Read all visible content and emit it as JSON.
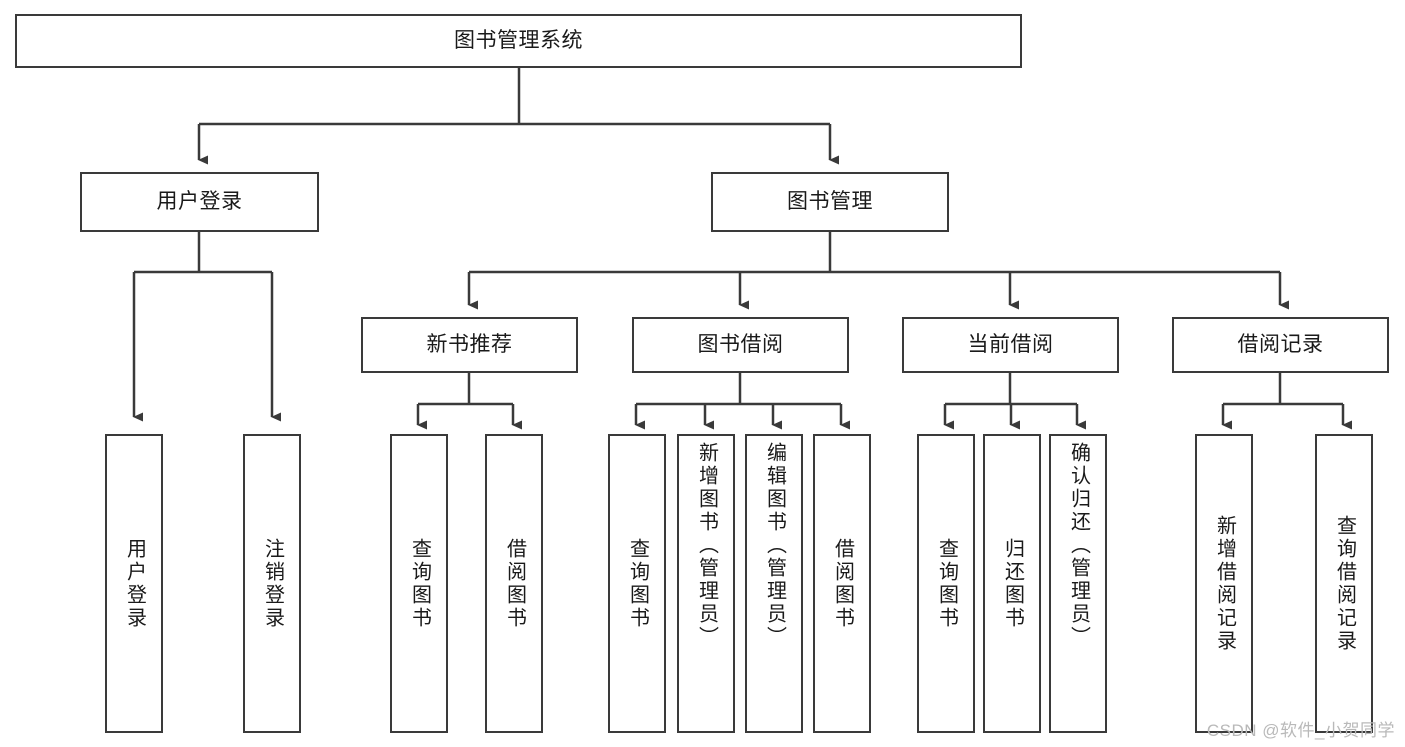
{
  "diagram": {
    "type": "hierarchy-tree",
    "title": "图书管理系统",
    "watermark": "CSDN @软件_小贺同学",
    "colors": {
      "stroke": "#3a3a3a",
      "background": "#ffffff",
      "text": "#1a1a1a",
      "watermark": "#b9b9b9"
    },
    "root": {
      "label": "图书管理系统"
    },
    "level2": [
      {
        "label": "用户登录"
      },
      {
        "label": "图书管理"
      }
    ],
    "level3": [
      {
        "label": "新书推荐"
      },
      {
        "label": "图书借阅"
      },
      {
        "label": "当前借阅"
      },
      {
        "label": "借阅记录"
      }
    ],
    "leaves": {
      "user_login": [
        {
          "label": "用户登录"
        },
        {
          "label": "注销登录"
        }
      ],
      "new_book_recommend": [
        {
          "label": "查询图书"
        },
        {
          "label": "借阅图书"
        }
      ],
      "book_borrow": [
        {
          "label": "查询图书"
        },
        {
          "label": "新增图书（管理员）"
        },
        {
          "label": "编辑图书（管理员）"
        },
        {
          "label": "借阅图书"
        }
      ],
      "current_borrow": [
        {
          "label": "查询图书"
        },
        {
          "label": "归还图书"
        },
        {
          "label": "确认归还（管理员）"
        }
      ],
      "borrow_record": [
        {
          "label": "新增借阅记录"
        },
        {
          "label": "查询借阅记录"
        }
      ]
    }
  }
}
